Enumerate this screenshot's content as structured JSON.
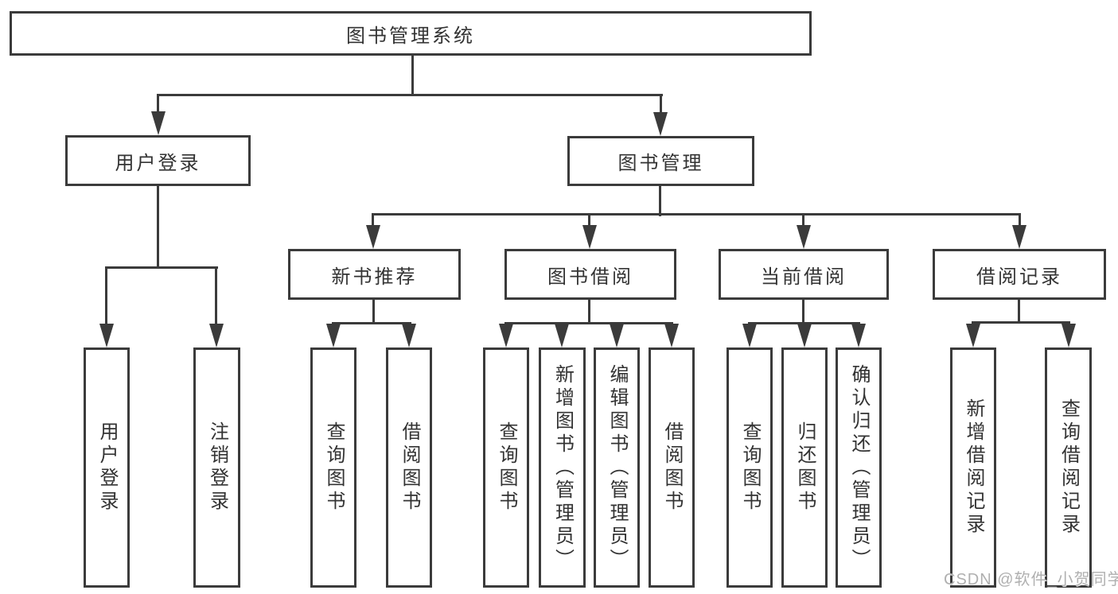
{
  "palette": {
    "stroke": "#3b3b3b",
    "text": "#333333",
    "box_fill": "#ffffff",
    "background": "#ffffff",
    "watermark": "#b0b0b0"
  },
  "watermark": {
    "text": "CSDN @软件_小贺同学"
  },
  "nodes": {
    "root": {
      "label": "图书管理系统"
    },
    "user_login": {
      "label": "用户登录"
    },
    "book_mgmt": {
      "label": "图书管理"
    },
    "new_book_rec": {
      "label": "新书推荐"
    },
    "book_borrow": {
      "label": "图书借阅"
    },
    "current_borrow": {
      "label": "当前借阅"
    },
    "borrow_records": {
      "label": "借阅记录"
    },
    "leaf_user_login": {
      "label": "用户登录"
    },
    "leaf_logout": {
      "label": "注销登录"
    },
    "leaf_rec_query_books": {
      "label": "查询图书"
    },
    "leaf_rec_borrow_books": {
      "label": "借阅图书"
    },
    "leaf_bb_query_books": {
      "label": "查询图书"
    },
    "leaf_bb_add_books": {
      "label": "新增图书（管理员）"
    },
    "leaf_bb_edit_books": {
      "label": "编辑图书（管理员）"
    },
    "leaf_bb_borrow_books": {
      "label": "借阅图书"
    },
    "leaf_cb_query_books": {
      "label": "查询图书"
    },
    "leaf_cb_return_books": {
      "label": "归还图书"
    },
    "leaf_cb_confirm_return": {
      "label": "确认归还（管理员）"
    },
    "leaf_br_add_record": {
      "label": "新增借阅记录"
    },
    "leaf_br_query_record": {
      "label": "查询借阅记录"
    }
  }
}
